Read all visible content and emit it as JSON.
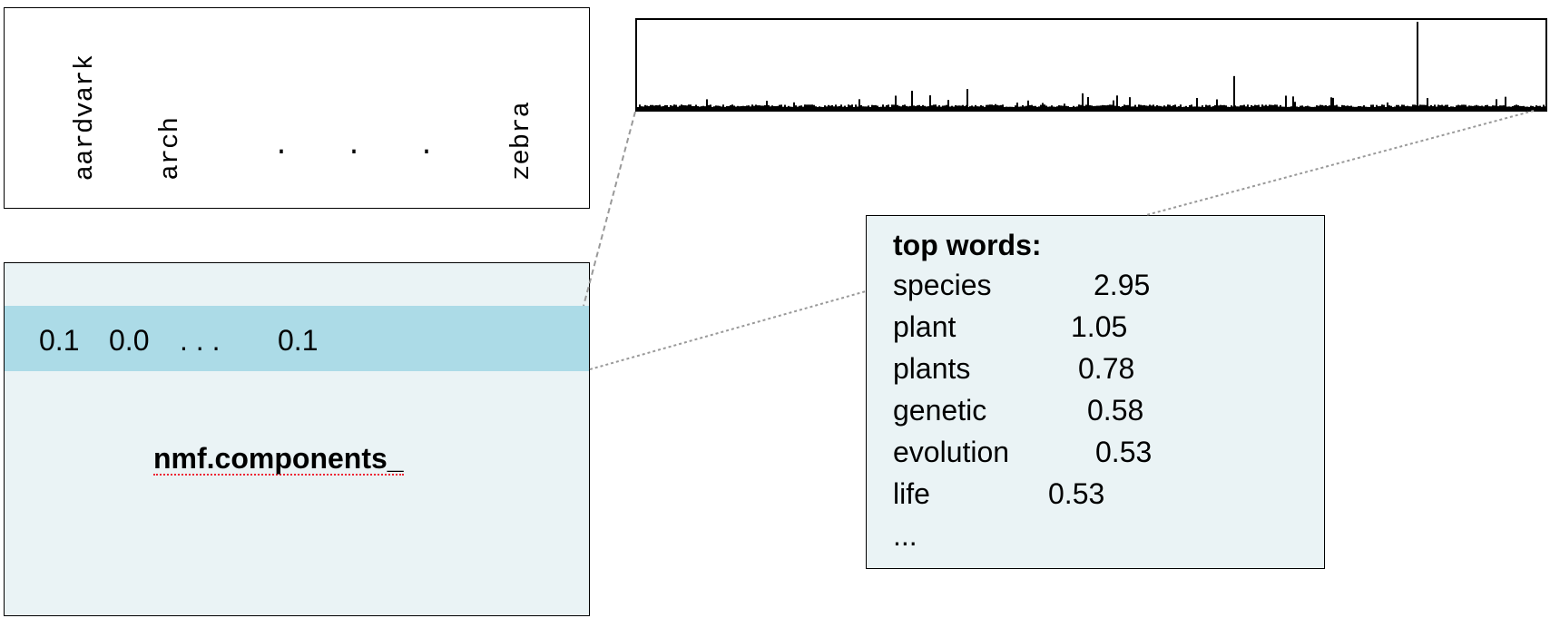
{
  "vocabulary": {
    "words": [
      "aardvark",
      "arch",
      "zebra"
    ],
    "ellipsis": ". . ."
  },
  "components": {
    "row_values": [
      "0.1",
      "0.0",
      ". . .",
      "0.1"
    ],
    "label": "nmf.components_"
  },
  "topic_chart": {
    "type": "bar",
    "peaks": [
      {
        "position": 0.858,
        "value": 1.0
      },
      {
        "position": 0.656,
        "value": 0.37
      },
      {
        "position": 0.363,
        "value": 0.22
      },
      {
        "position": 0.302,
        "value": 0.2
      },
      {
        "position": 0.49,
        "value": 0.17
      },
      {
        "position": 0.955,
        "value": 0.13
      }
    ]
  },
  "top_words": {
    "title": "top words:",
    "items": [
      {
        "word": "species",
        "weight": "2.95"
      },
      {
        "word": "plant",
        "weight": "1.05"
      },
      {
        "word": "plants",
        "weight": "0.78"
      },
      {
        "word": "genetic",
        "weight": "0.58"
      },
      {
        "word": "evolution",
        "weight": "0.53"
      },
      {
        "word": "life",
        "weight": "0.53"
      }
    ],
    "more": "..."
  }
}
